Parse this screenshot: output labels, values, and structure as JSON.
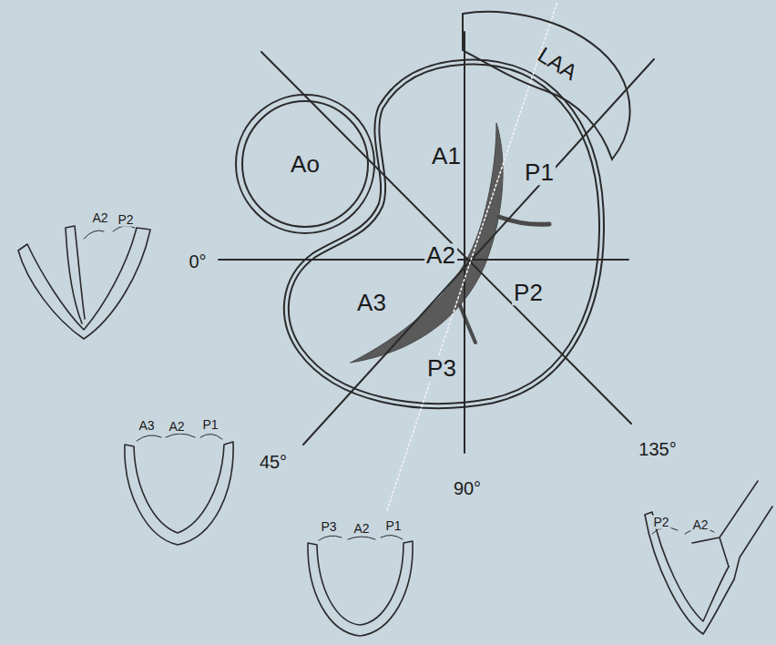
{
  "diagram": {
    "nodes": [
      {
        "text": [
          "Ao"
        ]
      },
      {
        "text": [
          "LAA"
        ]
      }
    ],
    "labels": [
      "A1",
      "P1",
      "A2",
      "P2",
      "A3",
      "P3",
      "0°",
      "45°",
      "90°",
      "135°",
      "A2",
      "P2",
      "A3",
      "A2",
      "P1",
      "P3",
      "A2",
      "P1",
      "P2",
      "A2"
    ]
  }
}
